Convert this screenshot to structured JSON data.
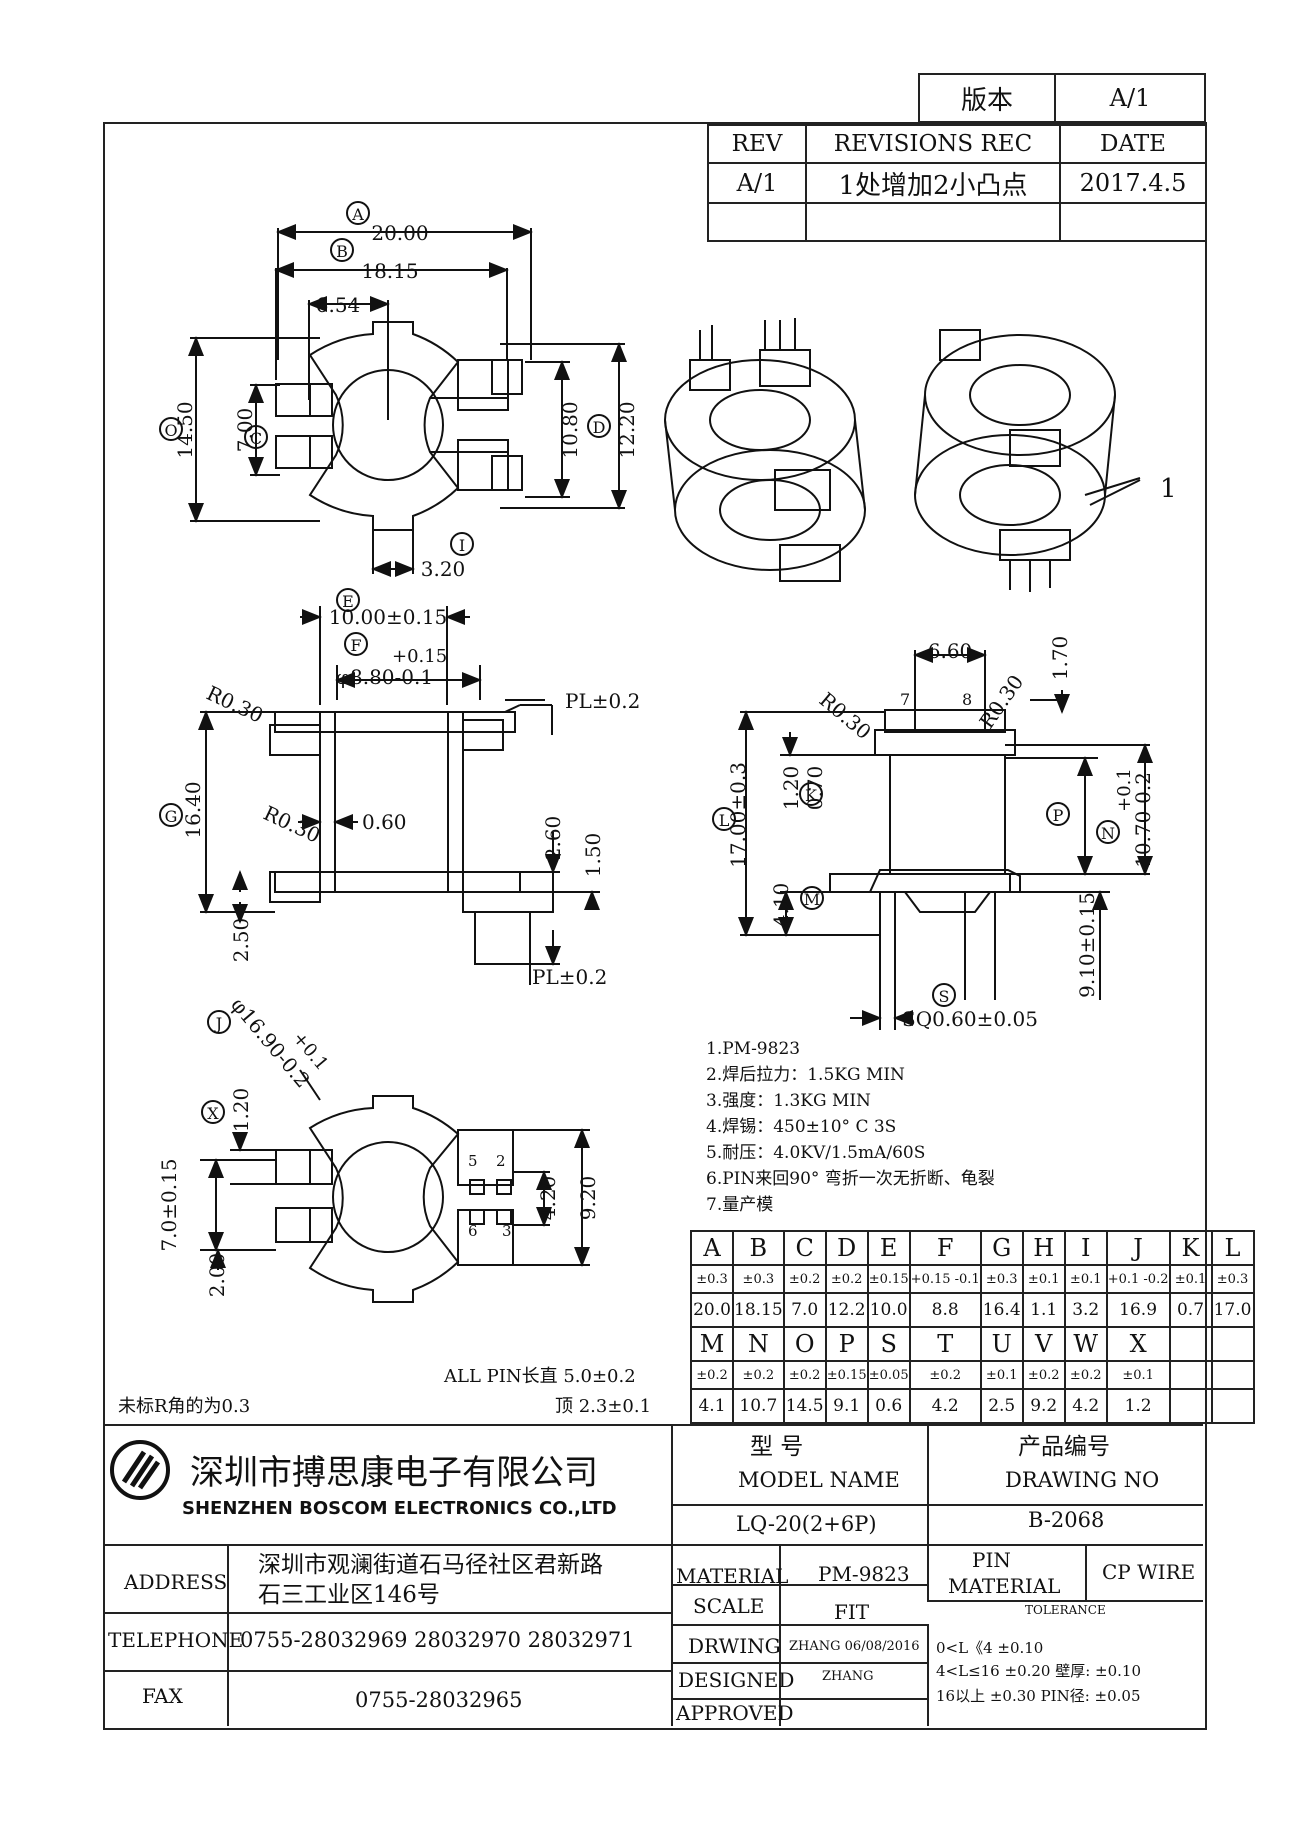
{
  "version_box": {
    "label": "版本",
    "value": "A/1"
  },
  "revisions": {
    "headers": [
      "REV",
      "REVISIONS REC",
      "DATE"
    ],
    "rows": [
      [
        "A/1",
        "1处增加2小凸点",
        "2017.4.5"
      ],
      [
        "",
        "",
        ""
      ]
    ]
  },
  "views": {
    "top": {
      "A": "A",
      "B": "B",
      "C": "C",
      "D": "D",
      "O": "O",
      "I": "I",
      "d_20": "20.00",
      "d_18": "18.15",
      "d_654": "6.54",
      "d_1450": "14.50",
      "d_700": "7.00",
      "d_1080": "10.80",
      "d_1220": "12.20",
      "d_320": "3.20"
    },
    "side": {
      "E": "E",
      "F": "F",
      "G": "G",
      "d_10": "10.00±0.15",
      "tol_plus": "+0.15",
      "d_88": "φ8.80-0.1",
      "pl_top": "PL±0.2",
      "r_top": "R0.30",
      "r_mid": "R0.30",
      "d_1640": "16.40",
      "d_060": "0.60",
      "d_260": "2.60",
      "d_150": "1.50",
      "d_250": "2.50",
      "pl_bottom": "PL±0.2"
    },
    "front": {
      "L": "L",
      "K": "K",
      "M": "M",
      "P": "P",
      "N": "N",
      "S": "S",
      "d_660": "6.60",
      "d_170": "1.70",
      "r_left": "R0.30",
      "r_right": "R0.30",
      "pin7": "7",
      "pin8": "8",
      "d_1700": "17.00±0.3",
      "d_120": "1.20",
      "d_070": "0.70",
      "d_410": "4.10",
      "tol_n": "+0.1",
      "d_1070": "10.70-0.2",
      "d_910": "9.10±0.15",
      "d_sq": "SQ0.60±0.05"
    },
    "bottom": {
      "J": "J",
      "X": "X",
      "d_169": "φ16.90-0.2",
      "tol_j": "+0.1",
      "d_120": "1.20",
      "d_70": "7.0±0.15",
      "d_200": "2.00",
      "d_420": "4.20",
      "d_920": "9.20",
      "p5": "5",
      "p2": "2",
      "p6": "6",
      "p3": "3"
    },
    "iso_label": "1"
  },
  "notes": [
    "1.PM-9823",
    "2.焊后拉力：1.5KG MIN",
    "3.强度：1.3KG MIN",
    "4.焊锡：450±10° C  3S",
    "5.耐压：4.0KV/1.5mA/60S",
    "6.PIN来回90°  弯折一次无折断、龟裂",
    "7.量产模"
  ],
  "dim_table": {
    "row1_letters": [
      "A",
      "B",
      "C",
      "D",
      "E",
      "F",
      "G",
      "H",
      "I",
      "J",
      "K",
      "L"
    ],
    "row1_tols": [
      "±0.3",
      "±0.3",
      "±0.2",
      "±0.2",
      "±0.15",
      "+0.15 -0.1",
      "±0.3",
      "±0.1",
      "±0.1",
      "+0.1 -0.2",
      "±0.1",
      "±0.3"
    ],
    "row1_values": [
      "20.0",
      "18.15",
      "7.0",
      "12.2",
      "10.0",
      "8.8",
      "16.4",
      "1.1",
      "3.2",
      "16.9",
      "0.7",
      "17.0"
    ],
    "row2_letters": [
      "M",
      "N",
      "O",
      "P",
      "S",
      "T",
      "U",
      "V",
      "W",
      "X",
      "",
      ""
    ],
    "row2_tols": [
      "±0.2",
      "±0.2",
      "±0.2",
      "±0.15",
      "±0.05",
      "±0.2",
      "±0.1",
      "±0.2",
      "±0.2",
      "±0.1",
      "",
      ""
    ],
    "row2_values": [
      "4.1",
      "10.7",
      "14.5",
      "9.1",
      "0.6",
      "4.2",
      "2.5",
      "9.2",
      "4.2",
      "1.2",
      "",
      ""
    ]
  },
  "pin_length": {
    "line1": "ALL  PIN长直 5.0±0.2",
    "line2": "顶 2.3±0.1"
  },
  "r_note": "未标R角的为0.3",
  "title_block": {
    "company_cn": "深圳市搏思康电子有限公司",
    "company_en": "SHENZHEN BOSCOM ELECTRONICS CO.,LTD",
    "model_cn": "型   号",
    "model_en": "MODEL NAME",
    "drawing_cn": "产品编号",
    "drawing_en": "DRAWING NO",
    "model_value": "LQ-20(2+6P)",
    "drawing_value": "B-2068",
    "address_label": "ADDRESS",
    "address_line1": "深圳市观澜街道石马径社区君新路",
    "address_line2": "石三工业区146号",
    "telephone_label": "TELEPHONE",
    "telephone_value": "0755-28032969 28032970 28032971",
    "fax_label": "FAX",
    "fax_value": "0755-28032965",
    "material_label": "MATERIAL",
    "material_value": "PM-9823",
    "pin_material_label1": "PIN",
    "pin_material_label2": "MATERIAL",
    "pin_material_value": "CP WIRE",
    "scale_label": "SCALE",
    "scale_value": "FIT",
    "tolerance_label": "TOLERANCE",
    "drwing_label": "DRWING",
    "drwing_value": "ZHANG 06/08/2016",
    "designed_label": "DESIGNED",
    "designed_value": "ZHANG",
    "approved_label": "APPROVED",
    "tol1": "0<L《4  ±0.10",
    "tol2": "4<L≤16  ±0.20  壁厚:  ±0.10",
    "tol3": "16以上    ±0.30  PIN径: ±0.05"
  }
}
